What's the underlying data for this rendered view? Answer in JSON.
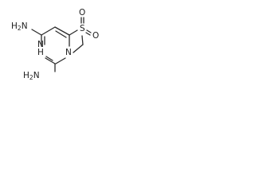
{
  "structure": {
    "atoms": {
      "amine_top_h": "H",
      "amine_top_n": "N",
      "amine_top_sub": "2",
      "ring_n_upper": "N",
      "amine_bottom_h": "H",
      "amine_bottom_n": "N",
      "amine_bottom_sub": "2",
      "ring_n_lower": "N",
      "sulfur": "S",
      "oxygen_top": "O",
      "oxygen_right": "O"
    }
  }
}
